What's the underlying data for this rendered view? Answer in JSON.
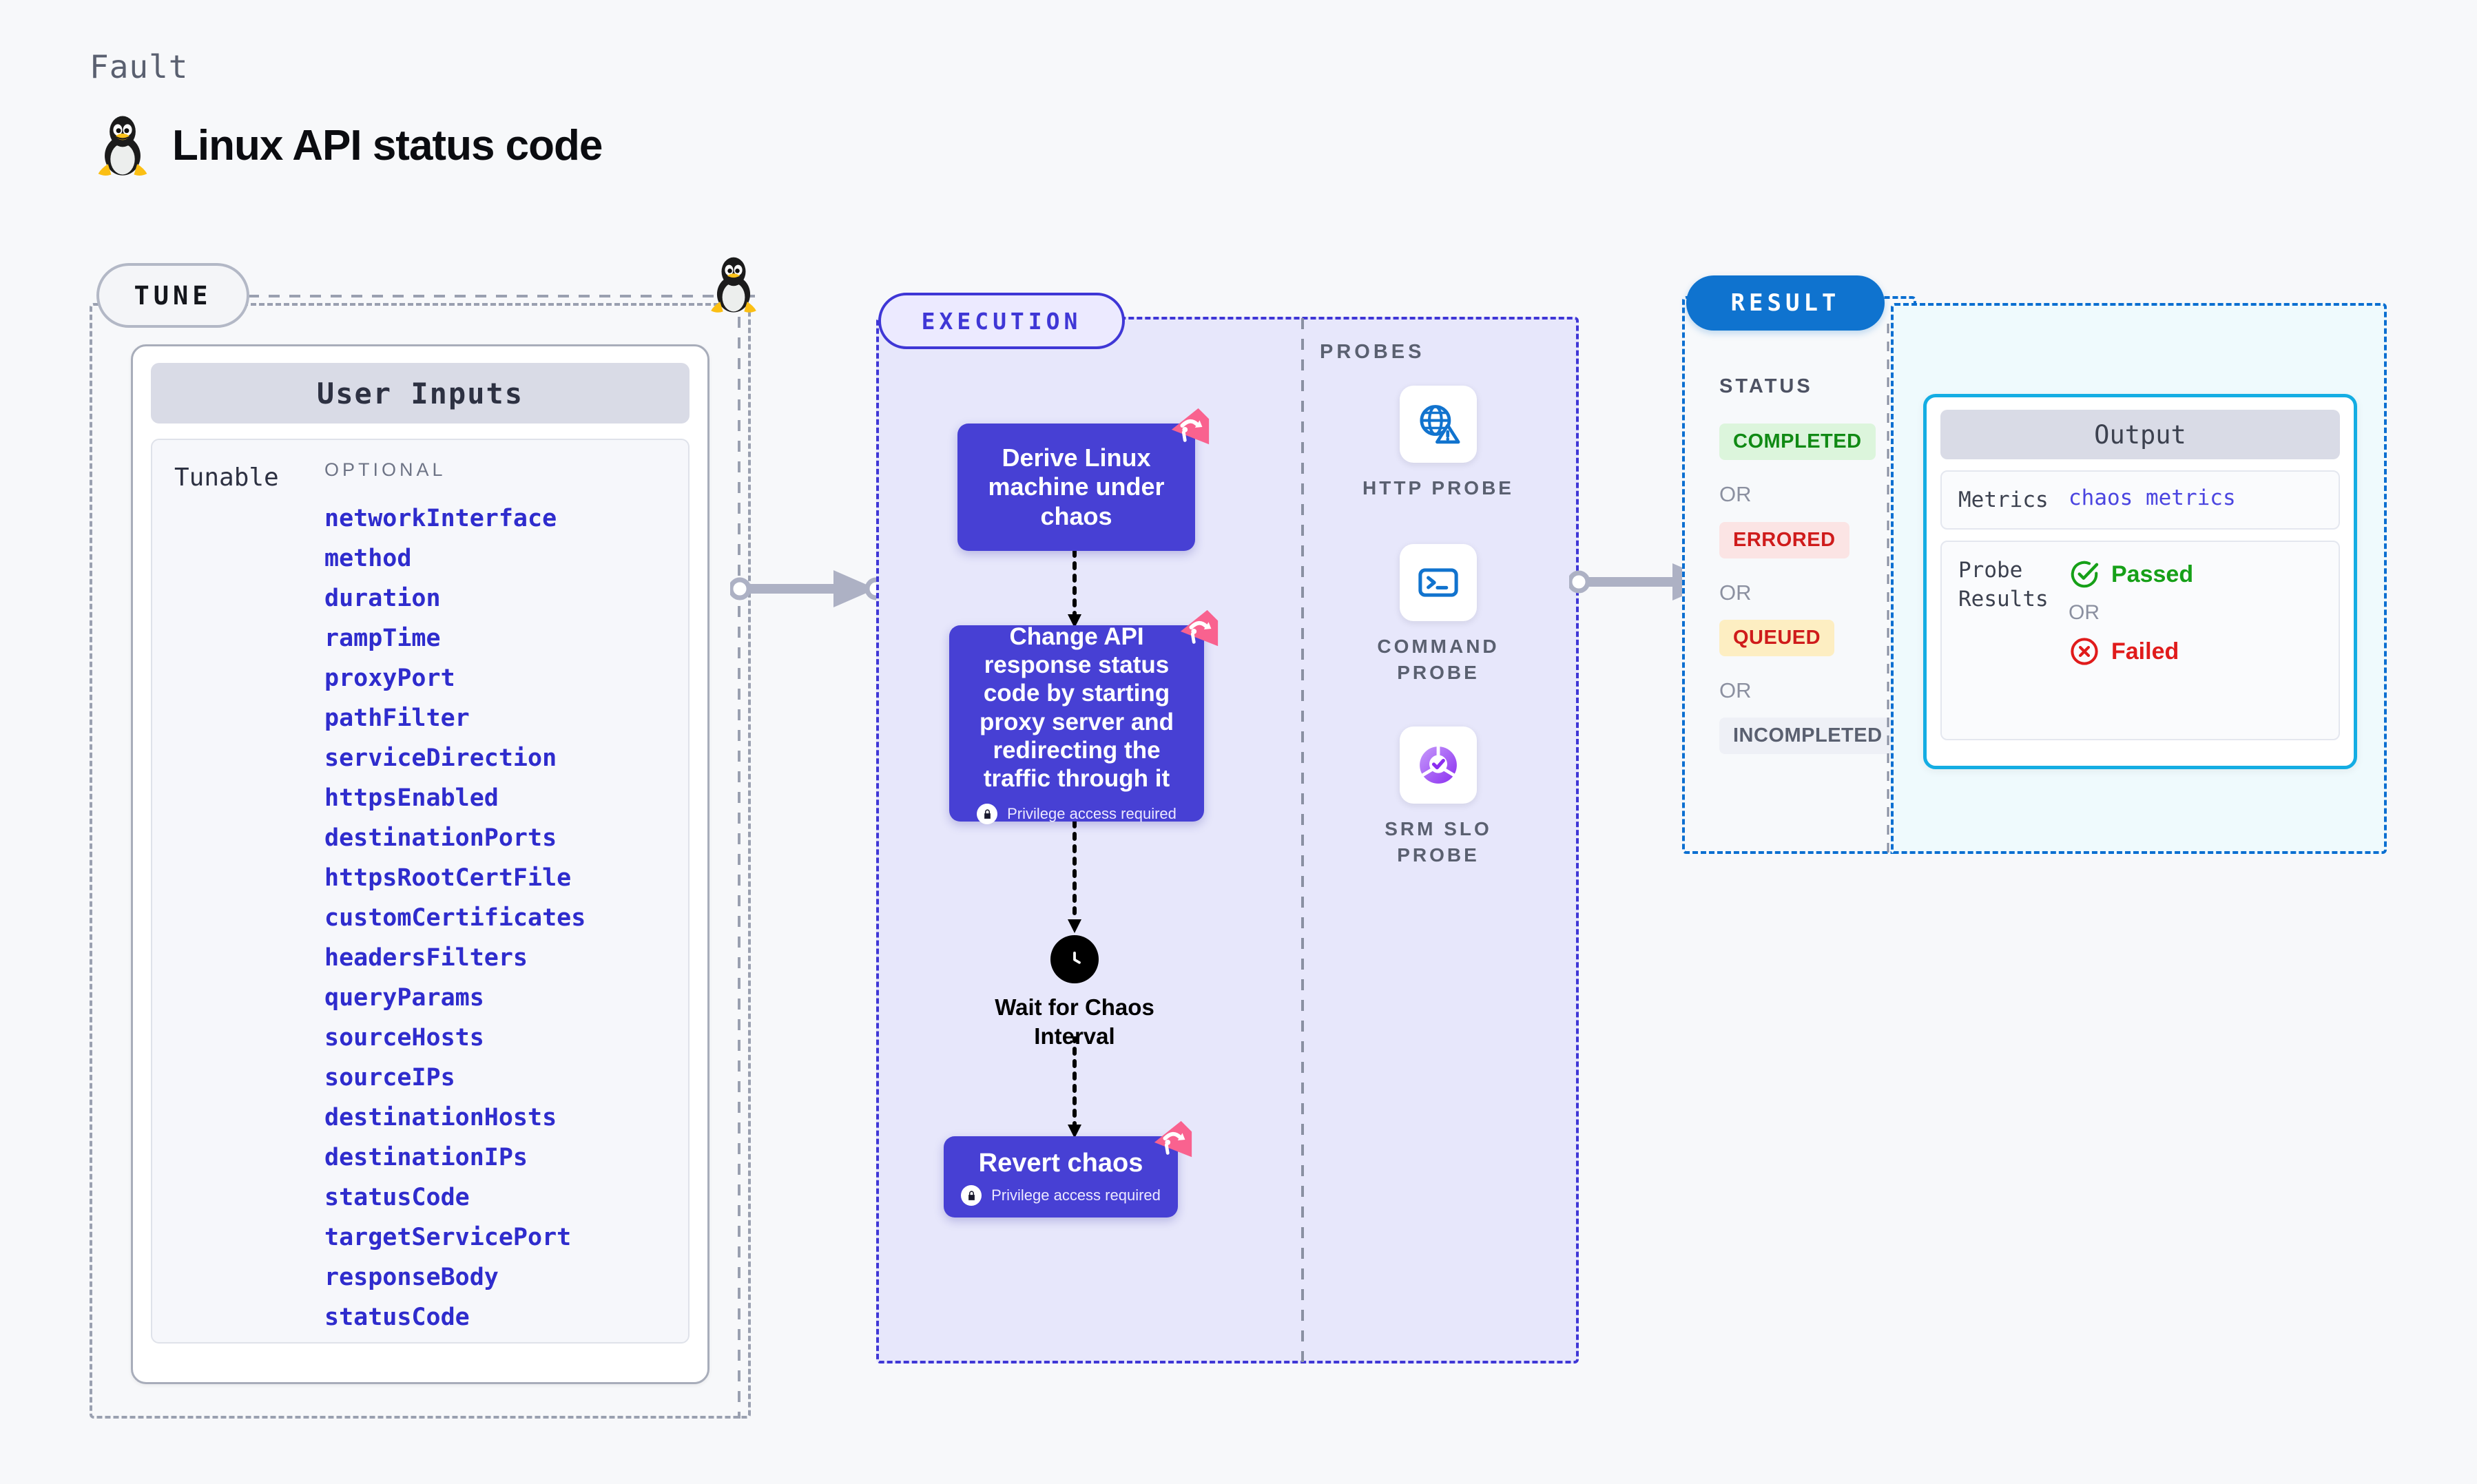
{
  "header": {
    "kicker": "Fault",
    "title": "Linux API status code",
    "icon": "linux-penguin-icon"
  },
  "tune": {
    "badge": "TUNE",
    "card_title": "User Inputs",
    "group_label": "Tunable",
    "optional_label": "OPTIONAL",
    "params": [
      "networkInterface",
      "method",
      "duration",
      "rampTime",
      "proxyPort",
      "pathFilter",
      "serviceDirection",
      "httpsEnabled",
      "destinationPorts",
      "httpsRootCertFile",
      "customCertificates",
      "headersFilters",
      "queryParams",
      "sourceHosts",
      "sourceIPs",
      "destinationHosts",
      "destinationIPs",
      "statusCode",
      "targetServicePort",
      "responseBody",
      "statusCode"
    ]
  },
  "execution": {
    "badge": "EXECUTION",
    "nodes": [
      {
        "text": "Derive Linux machine under chaos",
        "privilege": null,
        "chaos_badge": true
      },
      {
        "text": "Change API response status code by starting proxy server and redirecting the traffic through it",
        "privilege": "Privilege access required",
        "chaos_badge": true
      },
      {
        "text": "Revert chaos",
        "privilege": "Privilege access required",
        "chaos_badge": true
      }
    ],
    "wait": {
      "label": "Wait for Chaos Interval",
      "icon": "clock-icon"
    }
  },
  "probes": {
    "title": "PROBES",
    "items": [
      {
        "label": "HTTP PROBE",
        "icon": "globe-warning-icon"
      },
      {
        "label": "COMMAND PROBE",
        "icon": "terminal-icon"
      },
      {
        "label": "SRM SLO PROBE",
        "icon": "slo-donut-check-icon"
      }
    ]
  },
  "result": {
    "badge": "RESULT",
    "status_title": "STATUS",
    "or_label": "OR",
    "statuses": [
      {
        "label": "COMPLETED",
        "bg": "#dcf5dc",
        "fg": "#108a14"
      },
      {
        "label": "ERRORED",
        "bg": "#fbe4e4",
        "fg": "#cf1b1b"
      },
      {
        "label": "QUEUED",
        "bg": "#fdeec2",
        "fg": "#cf1b1b"
      },
      {
        "label": "INCOMPLETED",
        "bg": "#eef0f6",
        "fg": "#5a6070"
      }
    ]
  },
  "output": {
    "title": "Output",
    "metrics_key": "Metrics",
    "metrics_value": "chaos metrics",
    "probe_results_key": "Probe Results",
    "or_label": "OR",
    "passed": "Passed",
    "failed": "Failed"
  },
  "colors": {
    "accent_purple": "#4740d4",
    "accent_blue": "#0f73cf",
    "output_border": "#14ade3",
    "param_text": "#2f2ccd",
    "chaos_pink": "#f9628f"
  }
}
